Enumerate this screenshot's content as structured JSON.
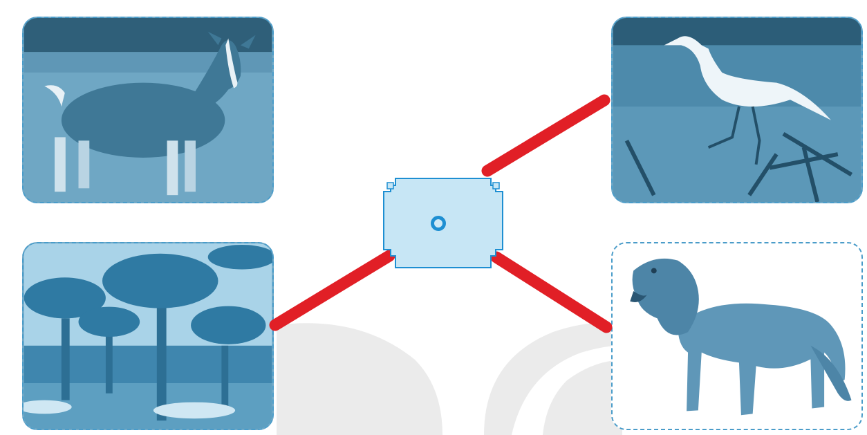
{
  "colors": {
    "connector_line": "#e11f26",
    "card_border": "#4a9cc9",
    "hub_fill": "#c7e6f5",
    "hub_stroke": "#1e8fd2",
    "watermark": "#e8e8e8"
  },
  "cards": [
    {
      "name": "goat-photo",
      "position": "top-left",
      "connected": false
    },
    {
      "name": "palm-trees-photo",
      "position": "bottom-left",
      "connected": true
    },
    {
      "name": "egret-photo",
      "position": "top-right",
      "connected": true
    },
    {
      "name": "dog-photo",
      "position": "bottom-right",
      "connected": true
    }
  ],
  "hub": {
    "name": "center-hub",
    "icon": "circle-ring-icon"
  }
}
